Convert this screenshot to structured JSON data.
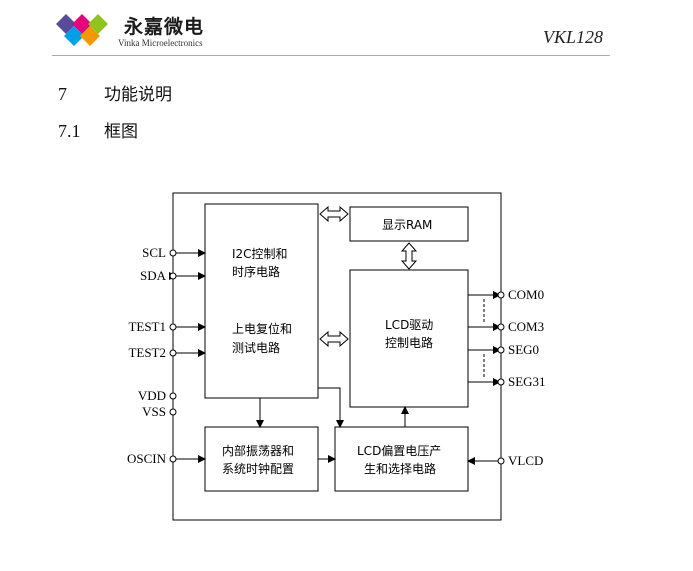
{
  "header": {
    "logo_title": "永嘉微电",
    "logo_subtitle": "Vinka Microelectronics",
    "doc_code": "VKL128"
  },
  "sections": [
    {
      "number": "7",
      "title": "功能说明"
    },
    {
      "number": "7.1",
      "title": "框图"
    }
  ],
  "diagram": {
    "blocks": {
      "i2c_line1": "I2C控制和",
      "i2c_line2": "时序电路",
      "reset_line1": "上电复位和",
      "reset_line2": "测试电路",
      "ram": "显示RAM",
      "lcd_drv_line1": "LCD驱动",
      "lcd_drv_line2": "控制电路",
      "osc_line1": "内部振荡器和",
      "osc_line2": "系统时钟配置",
      "bias_line1": "LCD偏置电压产",
      "bias_line2": "生和选择电路"
    },
    "pins_left": [
      "SCL",
      "SDA",
      "TEST1",
      "TEST2",
      "VDD",
      "VSS",
      "OSCIN"
    ],
    "pins_right": [
      "COM0",
      "COM3",
      "SEG0",
      "SEG31",
      "VLCD"
    ]
  },
  "logo_colors": [
    "#e6007e",
    "#8fc31f",
    "#00a0e9",
    "#f39800"
  ]
}
